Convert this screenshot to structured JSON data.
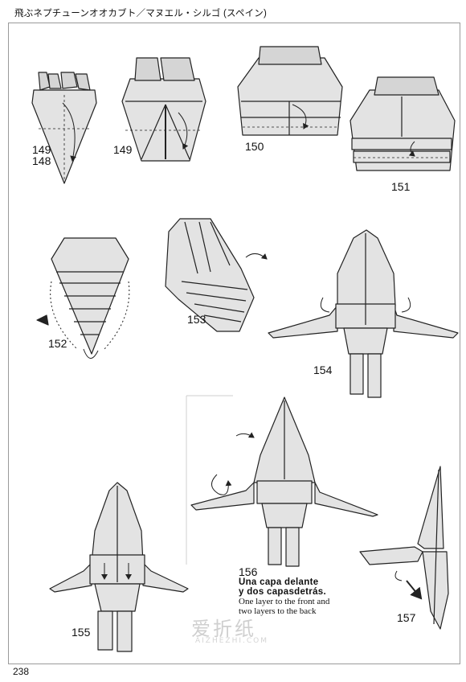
{
  "header": {
    "title": "飛ぶネプチューンオオカブト／マヌエル・シルゴ (スペイン)"
  },
  "page_number": "238",
  "steps": {
    "s149a_top": "149",
    "s149a_bottom": "148",
    "s149b": "149",
    "s150": "150",
    "s151": "151",
    "s152": "152",
    "s153": "153",
    "s154": "154",
    "s155": "155",
    "s156": "156",
    "s157": "157"
  },
  "caption": {
    "es_line1": "Una capa delante",
    "es_line2": "y dos capasdetrás.",
    "en_line1": "One layer to the front and",
    "en_line2": "two layers to the back"
  },
  "watermark": {
    "text": "爱折纸",
    "url": "AIZHEZHI.COM"
  }
}
